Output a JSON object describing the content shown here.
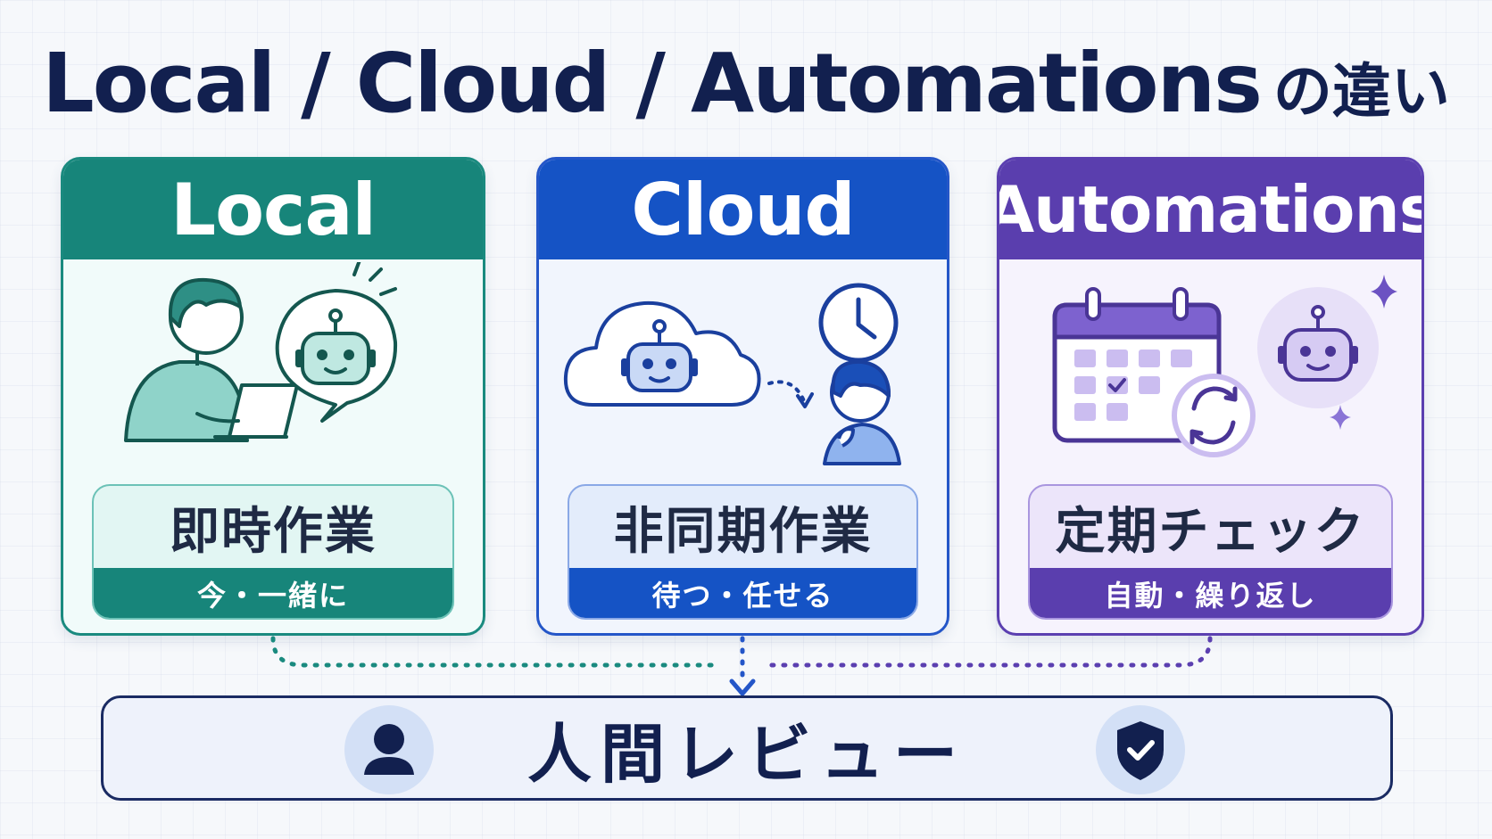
{
  "title": {
    "main": "Local / Cloud / Automations",
    "suffix": "の違い"
  },
  "cards": [
    {
      "id": "local",
      "header": "Local",
      "label": "即時作業",
      "sublabel": "今・一緒に",
      "icons": [
        "person-laptop-icon",
        "robot-speech-icon"
      ],
      "color": "#17857a"
    },
    {
      "id": "cloud",
      "header": "Cloud",
      "label": "非同期作業",
      "sublabel": "待つ・任せる",
      "icons": [
        "cloud-robot-icon",
        "clock-icon",
        "waiting-person-icon"
      ],
      "color": "#1553c5"
    },
    {
      "id": "automations",
      "header": "Automations",
      "label": "定期チェック",
      "sublabel": "自動・繰り返し",
      "icons": [
        "calendar-icon",
        "refresh-icon",
        "robot-icon",
        "sparkle-icon"
      ],
      "color": "#5a3eae"
    }
  ],
  "review": {
    "label": "人間レビュー",
    "icons": [
      "user-icon",
      "shield-check-icon"
    ],
    "color": "#12204f"
  }
}
